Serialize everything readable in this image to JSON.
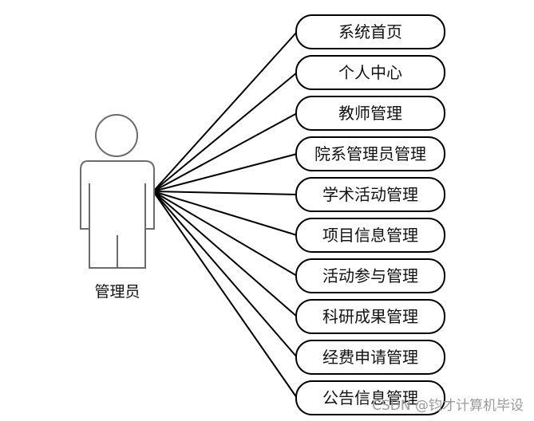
{
  "actor": {
    "label": "管理员"
  },
  "use_cases": [
    "系统首页",
    "个人中心",
    "教师管理",
    "院系管理员管理",
    "学术活动管理",
    "项目信息管理",
    "活动参与管理",
    "科研成果管理",
    "经费申请管理",
    "公告信息管理"
  ],
  "watermark": "CSDN @钧才计算机毕设",
  "colors": {
    "stroke": "#000000",
    "actor_stroke": "#6b6b6b",
    "text": "#111111",
    "watermark": "#9a9a9a"
  }
}
